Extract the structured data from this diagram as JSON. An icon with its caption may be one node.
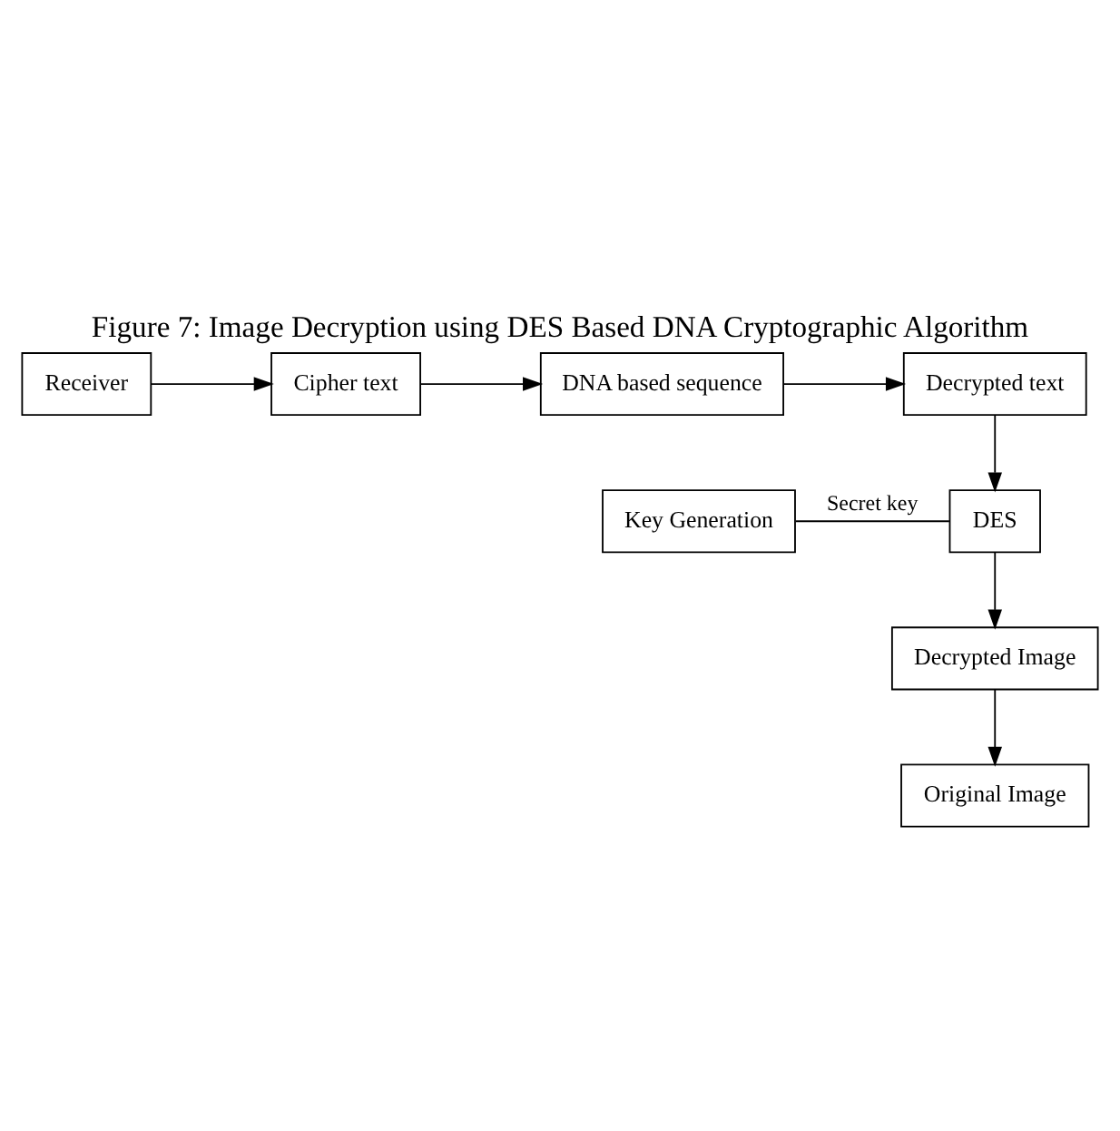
{
  "diagram": {
    "title": "Figure 7: Image Decryption using DES Based DNA Cryptographic Algorithm",
    "nodes": [
      {
        "text": [
          "Receiver"
        ]
      },
      {
        "text": [
          "Cipher text"
        ]
      },
      {
        "text": [
          "DNA based sequence"
        ]
      },
      {
        "text": [
          "Decrypted text"
        ]
      },
      {
        "text": [
          "DES"
        ]
      },
      {
        "text": [
          "Key Generation"
        ]
      },
      {
        "text": [
          "Decrypted Image"
        ]
      },
      {
        "text": [
          "Original Image"
        ]
      }
    ],
    "edges": [
      {
        "from": 0,
        "to": 1,
        "arrow": "to"
      },
      {
        "from": 1,
        "to": 2,
        "arrow": "to"
      },
      {
        "from": 2,
        "to": 3,
        "arrow": "to"
      },
      {
        "from": 3,
        "to": 4,
        "arrow": "to"
      },
      {
        "from": 5,
        "to": 4,
        "arrow": "none",
        "label": "Secret key"
      },
      {
        "from": 4,
        "to": 6,
        "arrow": "to"
      },
      {
        "from": 6,
        "to": 7,
        "arrow": "to"
      }
    ]
  }
}
